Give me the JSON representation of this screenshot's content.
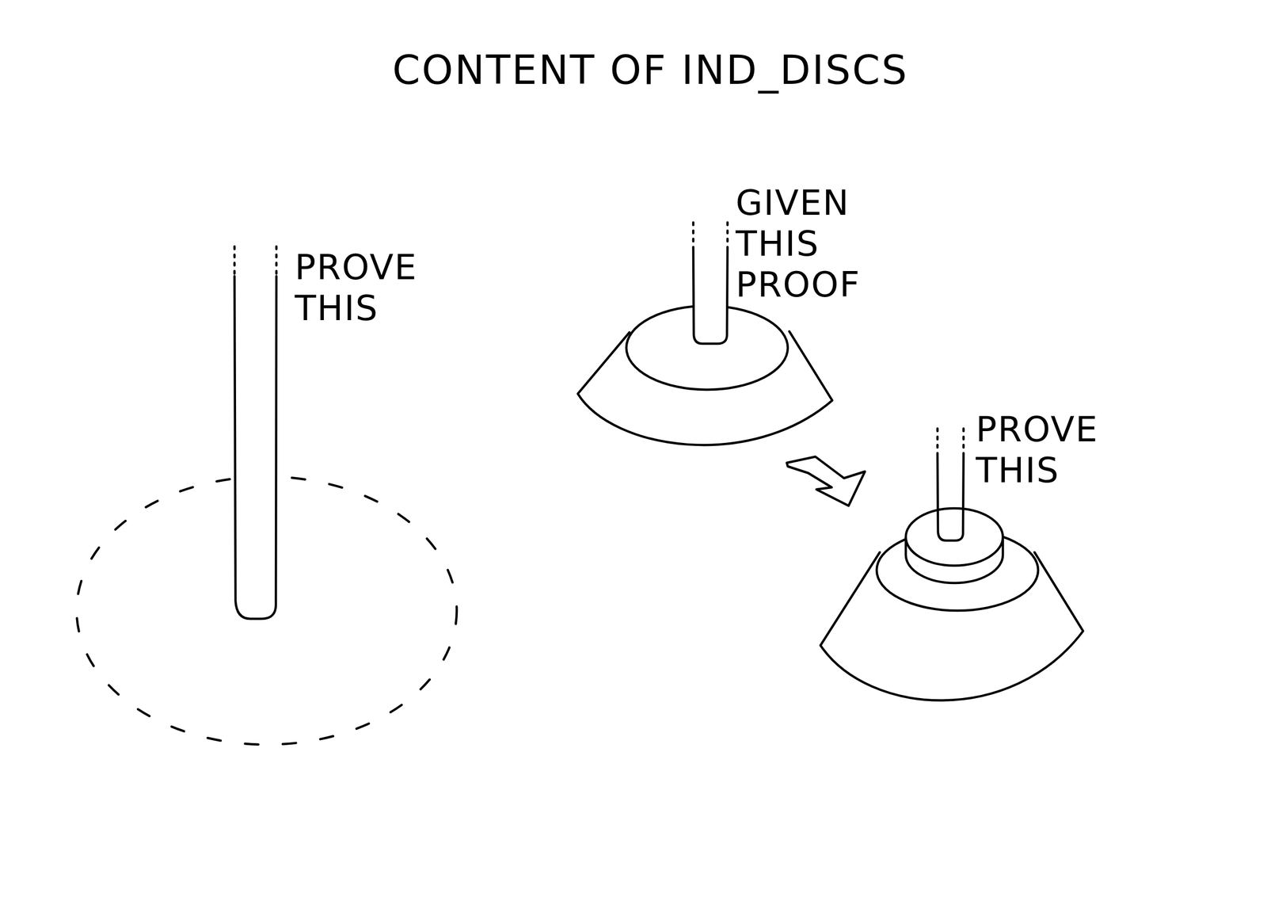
{
  "diagram": {
    "title": "CONTENT OF IND_DISCS",
    "labels": [
      "PROVE THIS",
      "GIVEN THIS PROOF",
      "PROVE THIS"
    ]
  }
}
